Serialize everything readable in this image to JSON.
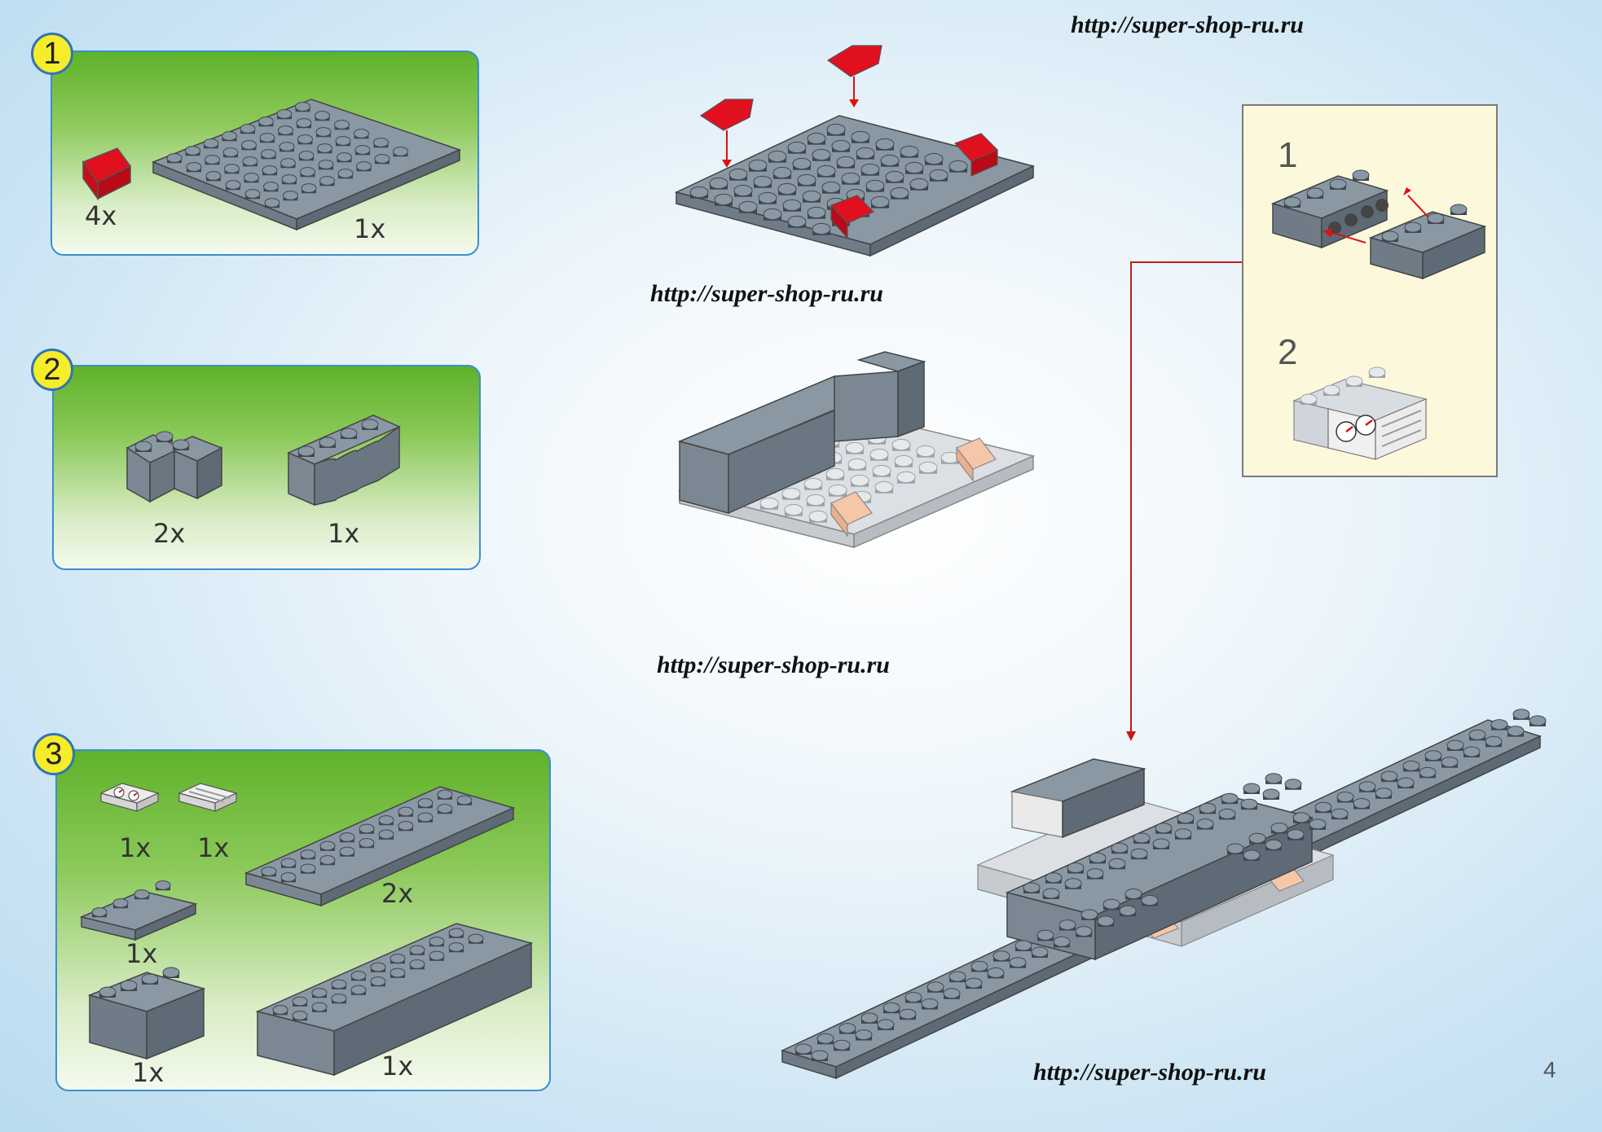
{
  "steps": [
    {
      "number": "1",
      "parts": [
        {
          "qty": "4x"
        },
        {
          "qty": "1x"
        }
      ]
    },
    {
      "number": "2",
      "parts": [
        {
          "qty": "2x"
        },
        {
          "qty": "1x"
        }
      ]
    },
    {
      "number": "3",
      "parts": [
        {
          "qty": "1x"
        },
        {
          "qty": "1x"
        },
        {
          "qty": "2x"
        },
        {
          "qty": "1x"
        },
        {
          "qty": "1x"
        },
        {
          "qty": "1x"
        }
      ]
    }
  ],
  "watermarks": [
    "http://super-shop-ru.ru",
    "http://super-shop-ru.ru",
    "http://super-shop-ru.ru",
    "http://super-shop-ru.ru"
  ],
  "subassembly": {
    "steps": [
      "1",
      "2"
    ]
  },
  "page_number": "4",
  "colors": {
    "brick_gray": "#8a98a4",
    "red": "#e0101f",
    "light_gray": "#dcdfe3",
    "tan": "#f5c6a8",
    "badge_yellow": "#f5ec2a",
    "panel_border": "#3a8fd0"
  }
}
